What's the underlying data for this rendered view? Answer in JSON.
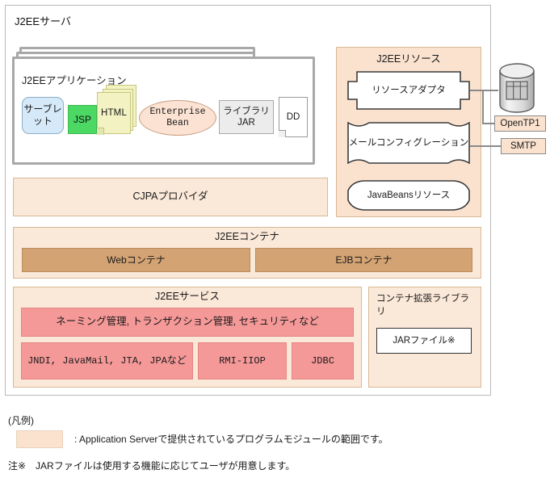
{
  "server": {
    "title": "J2EEサーバ"
  },
  "application": {
    "title": "J2EEアプリケーション",
    "components": {
      "servlet": "サーブレット",
      "jsp": "JSP",
      "html": "HTML",
      "enterprise_bean": "Enterprise Bean",
      "library_jar": "ライブラリJAR",
      "dd": "DD"
    }
  },
  "cjpa": {
    "label": "CJPAプロバイダ"
  },
  "resources": {
    "title": "J2EEリソース",
    "adapter": "リソースアダプタ",
    "mail_config": "メールコンフィグレーション",
    "javabeans": "JavaBeansリソース"
  },
  "external": {
    "database": "database-cylinder",
    "opentp1": "OpenTP1",
    "smtp": "SMTP"
  },
  "container": {
    "title": "J2EEコンテナ",
    "web": "Webコンテナ",
    "ejb": "EJBコンテナ"
  },
  "services": {
    "title": "J2EEサービス",
    "naming": "ネーミング管理, トランザクション管理, セキュリティなど",
    "jndi": "JNDI, JavaMail, JTA, JPAなど",
    "rmi": "RMI-IIOP",
    "jdbc": "JDBC"
  },
  "extension_library": {
    "title": "コンテナ拡張ライブラリ",
    "jar_file": "JARファイル※"
  },
  "legend": {
    "heading": "(凡例)",
    "swatch_color": "#fae2cf",
    "description": ": Application Serverで提供されているプログラムモジュールの範囲です。",
    "note": "注※　JARファイルは使用する機能に応じてユーザが用意します。"
  },
  "colors": {
    "panel_beige": "#fae8d8",
    "resource_beige": "#fae2cf",
    "container_brown": "#d4a373",
    "service_red": "#f59898",
    "servlet_blue": "#d6e9f8",
    "jsp_green": "#4bd964",
    "html_yellow": "#f2f2c2",
    "bean_peach": "#fbe2d2"
  }
}
